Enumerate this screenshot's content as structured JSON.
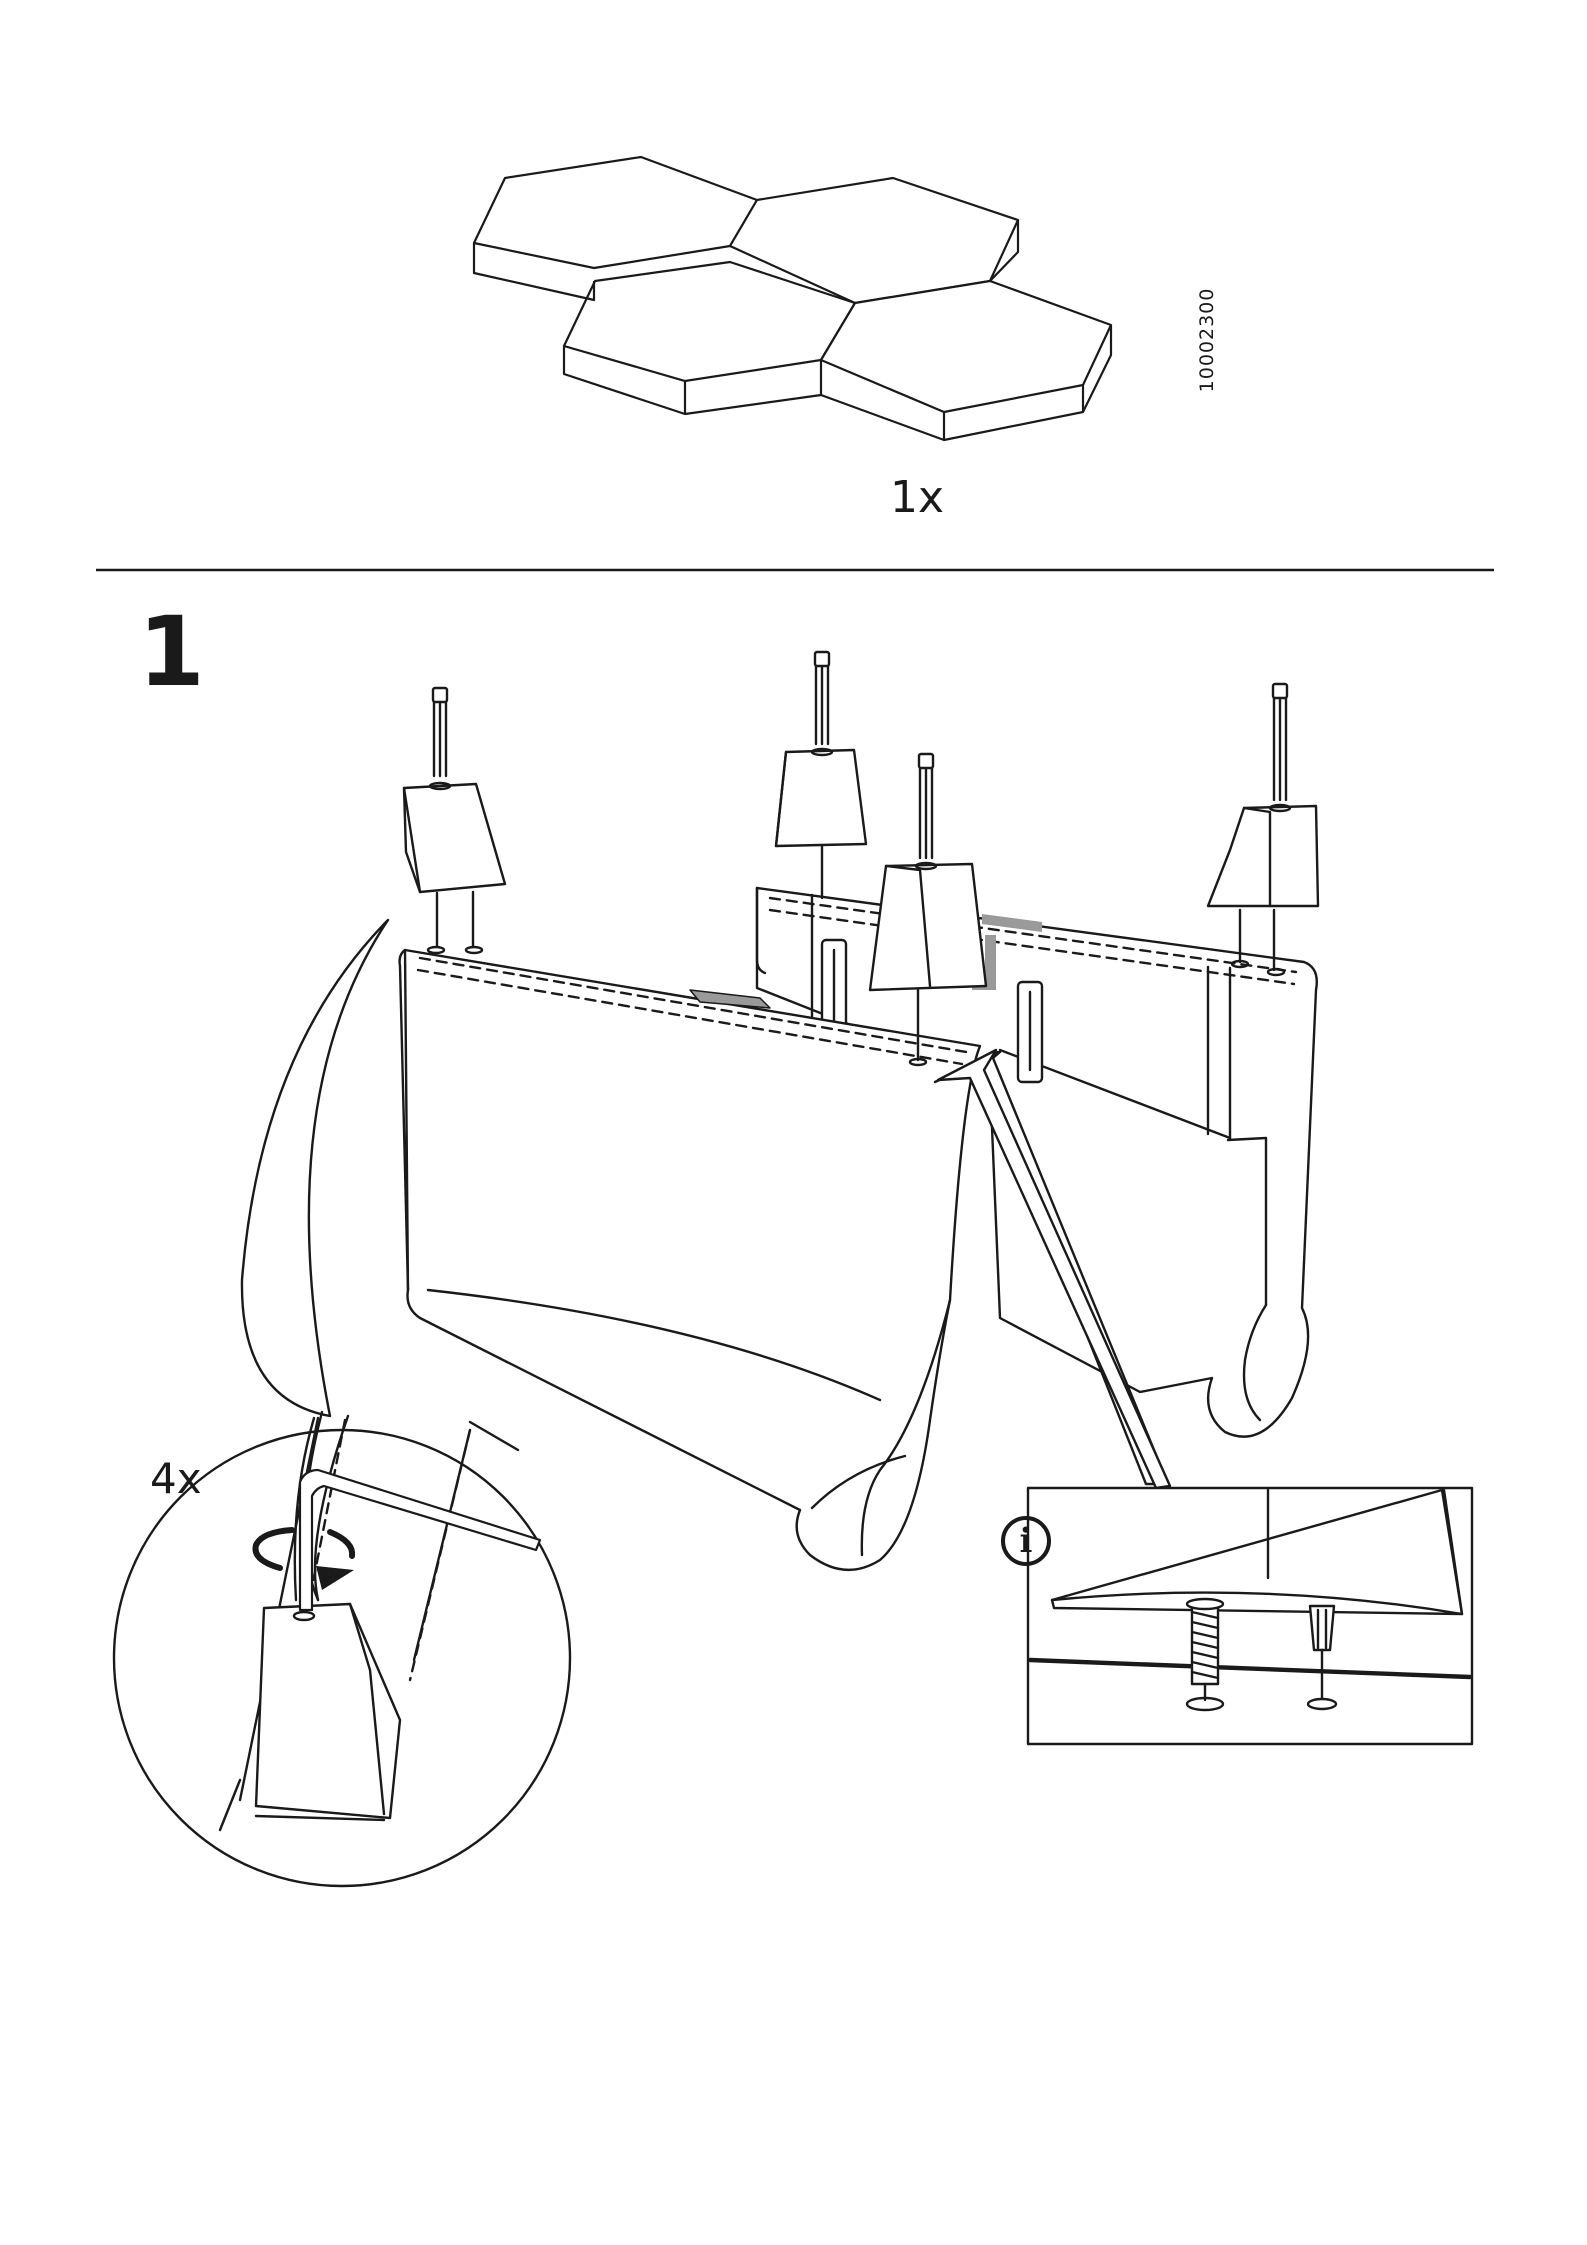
{
  "part": {
    "code": "10002300",
    "quantity": "1x"
  },
  "step": {
    "number": "1",
    "quantity": "4x",
    "info_icon": "info-icon"
  },
  "colors": {
    "line": "#1a1a1a",
    "tape": "#9a9a9a"
  }
}
